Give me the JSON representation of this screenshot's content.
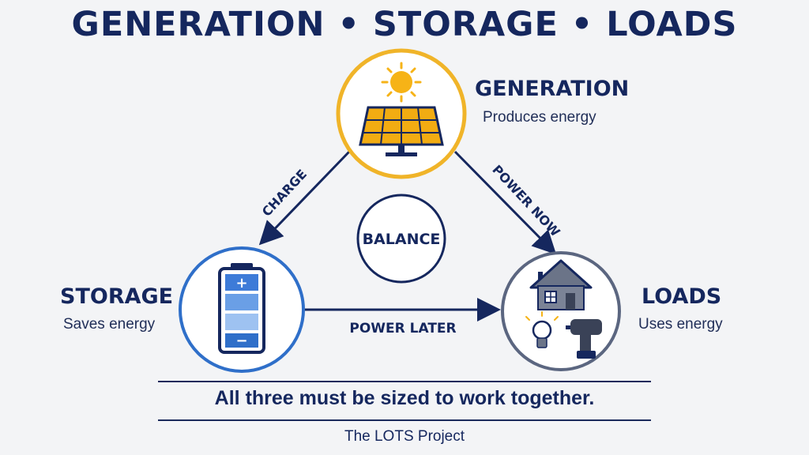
{
  "title": "GENERATION • STORAGE • LOADS",
  "nodes": {
    "generation": {
      "title": "GENERATION",
      "subtitle": "Produces energy"
    },
    "storage": {
      "title": "STORAGE",
      "subtitle": "Saves energy"
    },
    "loads": {
      "title": "LOADS",
      "subtitle": "Uses energy"
    }
  },
  "center_label": "BALANCE",
  "flows": {
    "charge": "CHARGE",
    "power_now": "POWER NOW",
    "power_later": "POWER LATER"
  },
  "battery": {
    "plus": "+",
    "minus": "−"
  },
  "footer": {
    "statement": "All three must be sized to work together.",
    "credit": "The LOTS Project"
  },
  "colors": {
    "navy": "#15275e",
    "generation_ring": "#f0b429",
    "storage_ring": "#2f6fc9",
    "loads_ring": "#5b6680",
    "sun": "#f6b317",
    "panel": "#f2ac12"
  },
  "icons": [
    "sun-icon",
    "solar-panel-icon",
    "battery-icon",
    "house-icon",
    "lightbulb-icon",
    "drill-icon"
  ]
}
